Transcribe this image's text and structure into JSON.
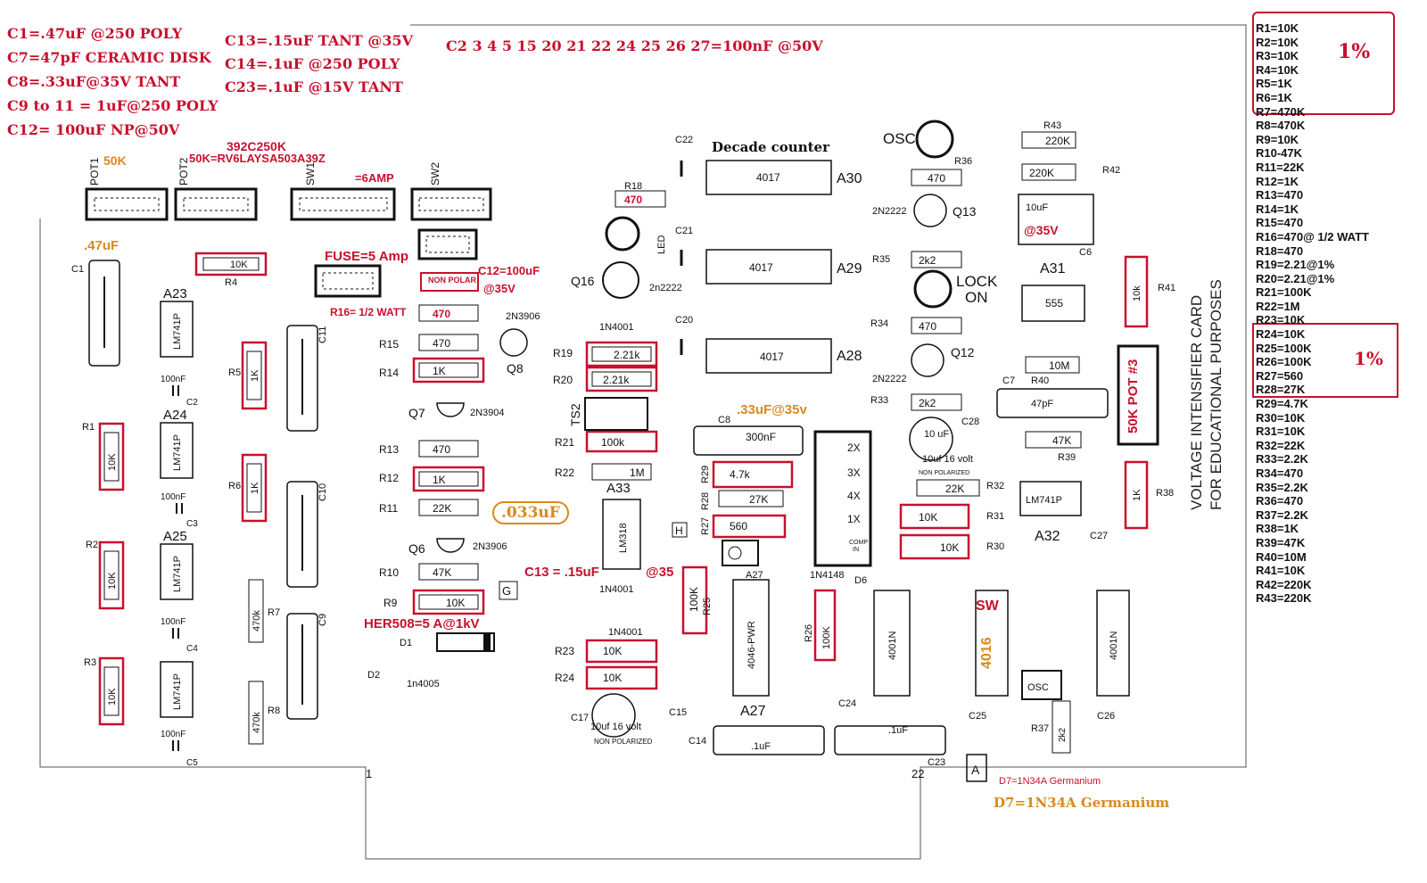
{
  "cap_notes": [
    "C1=.47uF @250 POLY",
    "C7=47pF CERAMIC DISK",
    "C8=.33uF@35V TANT",
    "C9 to 11 =  1uF@250 POLY",
    "C12=  100uF NP@50V"
  ],
  "cap_notes_2": [
    "C13=.15uF TANT @35V",
    "C14=.1uF @250 POLY",
    "C23=.1uF @15V TANT"
  ],
  "cap_note_3": "C2 3 4 5  15 20 21 22 24 25 26 27=100nF @50V",
  "resistor_list": [
    "R1=10K",
    "R2=10K",
    "R3=10K",
    "R4=10K",
    "R5=1K",
    "R6=1K",
    "R7=470K",
    "R8=470K",
    "R9=10K",
    "R10-47K",
    "R11=22K",
    "R12=1K",
    "R13=470",
    "R14=1K",
    "R15=470",
    "R16=470@ 1/2 WATT",
    "R18=470",
    "R19=2.21@1%",
    "R20=2.21@1%",
    "R21=100K",
    "R22=1M",
    "R23=10K",
    "R24=10K",
    "R25=100K",
    "R26=100K",
    "R27=560",
    "R28=27K",
    "R29=4.7K",
    "R30=10K",
    "R31=10K",
    "R32=22K",
    "R33=2.2K",
    "R34=470",
    "R35=2.2K",
    "R36=470",
    "R37=2.2K",
    "R38=1K",
    "R39=47K",
    "R40=10M",
    "R41=10K",
    "R42=220K",
    "R43=220K"
  ],
  "pct_label": "1%",
  "board": {
    "decade_counter": "Decade counter",
    "osc": "OSC",
    "lock_on_1": "LOCK",
    "lock_on_2": "ON",
    "fuse": "FUSE=5 Amp",
    "sw1_note": "=6AMP",
    "c12_note_1": "C12=100uF",
    "c12_note_2": "@35V",
    "r16_note": "R16= 1/2 WATT",
    "pot1_val": "50K",
    "pot2_val": "50K=RV6LAYSA503A39Z",
    "part_392": "392C250K",
    "c1_val": ".47uF",
    "c8_val": ".33uF@35v",
    "c16_val": ".033uF",
    "c13_val": "C13 = .15uF",
    "c13_v": "@35",
    "her508": "HER508=5 A@1kV",
    "sw": "SW",
    "ic4016": "4016",
    "pot3": "50K POT #3",
    "c6_val": "@35V",
    "d7_note": "D7=1N34A Germanium",
    "d7_small": "D7=1N34A Germanium",
    "title_1": "VOLTAGE INTENSIFIER CARD",
    "title_2": "FOR EDUCATIONAL PURPOSES",
    "nonpolar": "NON POLAR",
    "pin1": "1",
    "pin22": "22"
  },
  "colors": {
    "red": "#c8102e",
    "orange": "#d98a1f",
    "np_blue": "#1e90c8",
    "line": "#111111"
  }
}
